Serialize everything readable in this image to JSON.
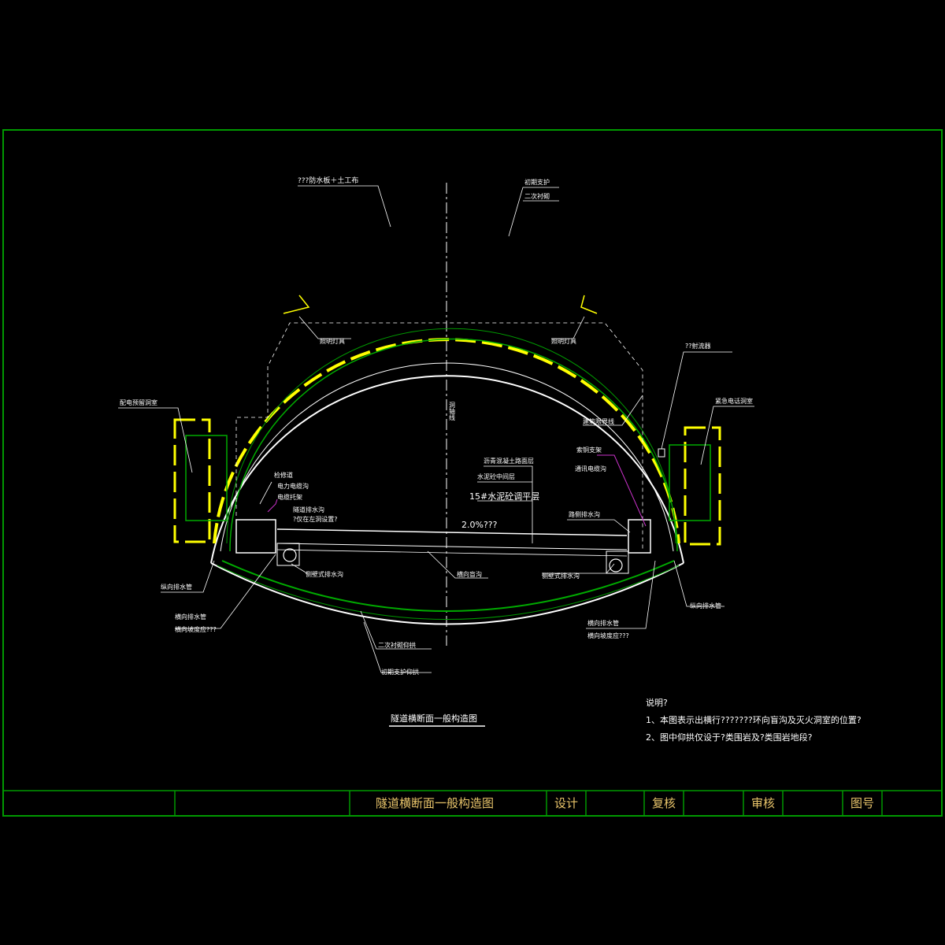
{
  "drawing": {
    "title": "隧道横断面一般构造图",
    "centerline_label": "洞轴线",
    "labels": {
      "waterproof": "???防水板＋土工布",
      "primary_support": "初期支护",
      "secondary_lining": "二次衬砌",
      "light_left": "照明灯具",
      "light_right": "照明灯具",
      "fan": "??射流器",
      "cable_niche_left": "配电预留洞室",
      "emergency_niche_right": "紧急电话洞室",
      "clearance": "建筑限界线",
      "maintenance_walk": "检修道",
      "power_cable": "电力电缆沟",
      "comm_cable": "电缆托架",
      "side_ditch": "隧道排水沟",
      "side_ditch_note": "?仅在左洞设置?",
      "asphalt": "沥青混凝土路面层",
      "cement_mid": "水泥砼中间层",
      "leveling": "15#水泥砼调平层",
      "slope": "2.0%???",
      "hanger": "索铜支架",
      "comm_duct": "通讯电缆沟",
      "drain_right": "路侧排水沟",
      "blind_drain": "横向盲沟",
      "shallow_drain_left": "侧壁式排水沟",
      "shallow_drain_right": "侧壁式排水沟",
      "longi_pipe_left": "纵向排水管",
      "cross_pipe_left": "横向排水管",
      "cross_slope_left": "横向坡度应???",
      "longi_pipe_right": "纵向排水管",
      "cross_pipe_right": "横向排水管",
      "cross_slope_right": "横向坡度应???",
      "invert_lining": "二次衬砌仰拱",
      "invert_support": "初期支护仰拱"
    }
  },
  "notes": {
    "heading": "说明?",
    "items": [
      "1、本图表示出横行???????环向盲沟及灭火洞室的位置?",
      "2、图中仰拱仅设于?类围岩及?类围岩地段?"
    ]
  },
  "title_block": {
    "drawing_name": "隧道横断面一般构造图",
    "design": "设计",
    "check": "复核",
    "review": "审核",
    "number": "图号"
  },
  "colors": {
    "frame": "#009900",
    "outline": "#ffffff",
    "waterproof": "#ffff00",
    "lining": "#00aa00",
    "accent": "#cc33cc",
    "title_block_text": "#e8c46a"
  }
}
